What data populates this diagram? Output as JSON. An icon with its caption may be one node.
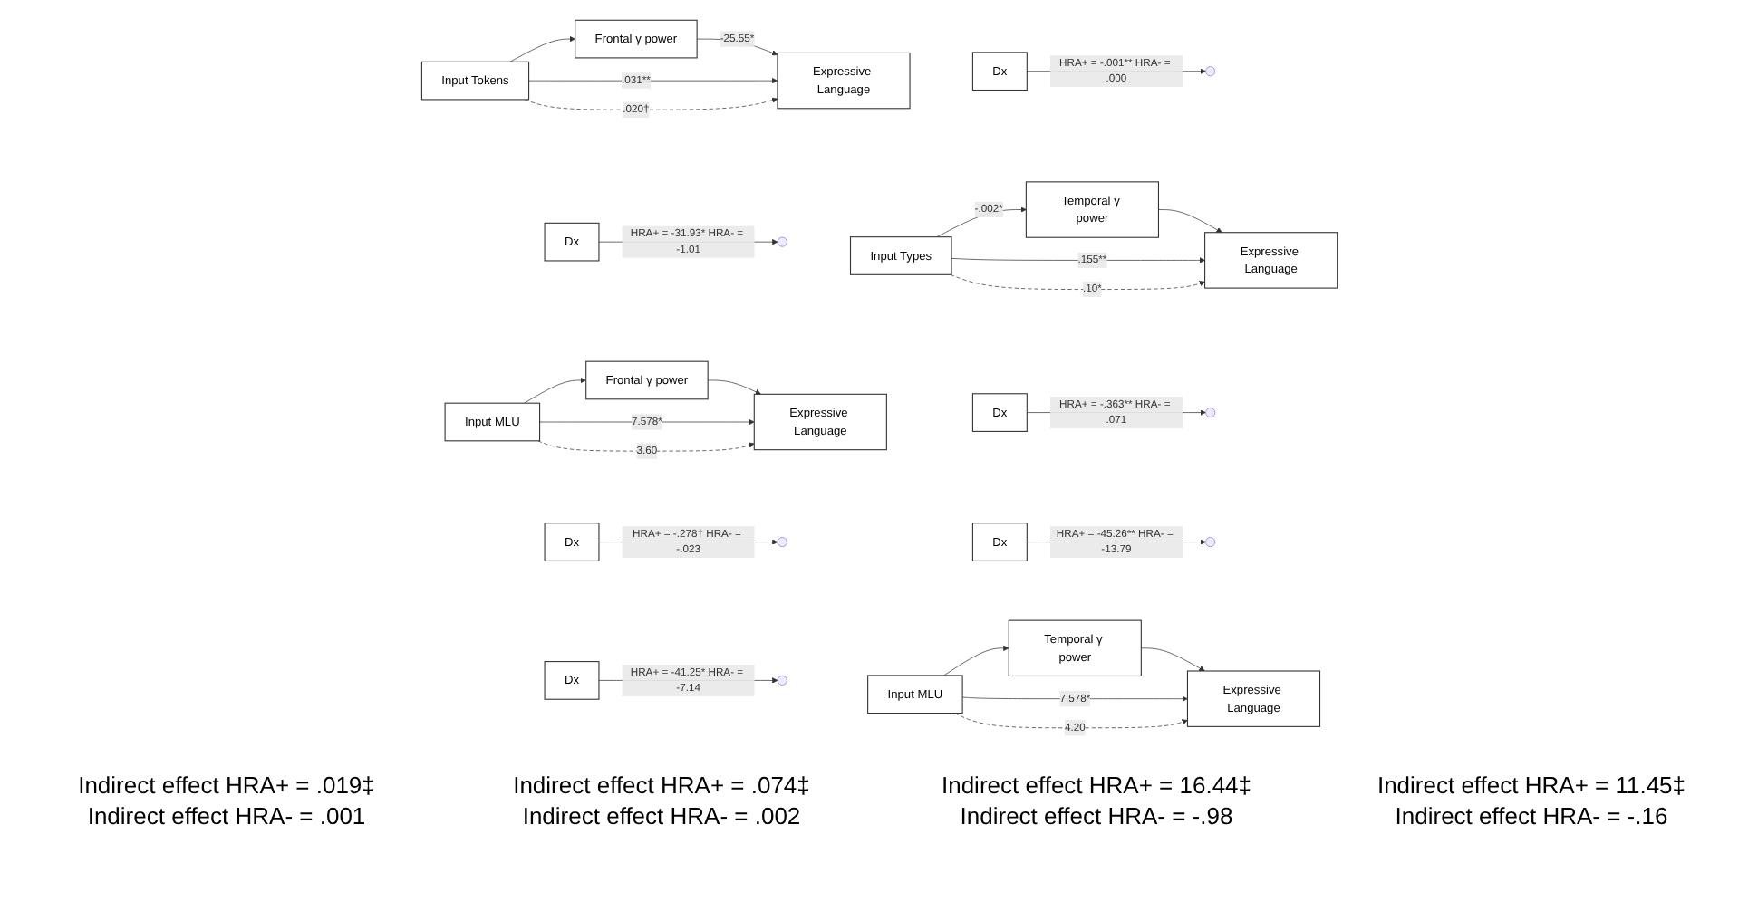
{
  "diagram": {
    "nodes": [
      {
        "text": [
          "Dx"
        ]
      },
      {
        "text": [
          "Frontal γ power"
        ]
      },
      {
        "text": [
          "Input Tokens"
        ]
      },
      {
        "text": [
          "Expressive Language"
        ]
      },
      {
        "text": [
          "Temporal γ power"
        ]
      },
      {
        "text": [
          "Dx"
        ]
      },
      {
        "text": [
          "Input Types"
        ]
      },
      {
        "text": [
          "Expressive Language"
        ]
      },
      {
        "text": [
          "Dx"
        ]
      },
      {
        "text": [
          "Frontal γ power"
        ]
      },
      {
        "text": [
          "Dx"
        ]
      },
      {
        "text": [
          "Input MLU"
        ]
      },
      {
        "text": [
          "Expressive Language"
        ]
      },
      {
        "text": [
          "Dx"
        ]
      },
      {
        "text": [
          "Temporal γ power"
        ]
      },
      {
        "text": [
          "Dx"
        ]
      },
      {
        "text": [
          "Input MLU"
        ]
      },
      {
        "text": [
          "Expressive Language"
        ]
      }
    ],
    "edges": [
      {
        "from": 0,
        "to": null,
        "arrow": "to",
        "label": "HRA+ = -.001** HRA- = .000"
      },
      {
        "from": 2,
        "to": 1,
        "arrow": "to"
      },
      {
        "from": 1,
        "to": 3,
        "arrow": "to",
        "label": "-25.55*"
      },
      {
        "from": 2,
        "to": 3,
        "arrow": "to",
        "label": ".031**"
      },
      {
        "from": 2,
        "to": 3,
        "arrow": "to",
        "label": ".020†",
        "style": "dashed"
      },
      {
        "from": 6,
        "to": 4,
        "arrow": "to",
        "label": "-.002*"
      },
      {
        "from": 4,
        "to": 7,
        "arrow": "to"
      },
      {
        "from": 5,
        "to": null,
        "arrow": "to",
        "label": "HRA+ = -31.93* HRA- = -1.01"
      },
      {
        "from": 6,
        "to": 7,
        "arrow": "to",
        "label": ".155**"
      },
      {
        "from": 6,
        "to": 7,
        "arrow": "to",
        "label": ".10*",
        "style": "dashed"
      },
      {
        "from": 8,
        "to": null,
        "arrow": "to",
        "label": "HRA+ = -.363** HRA- = .071"
      },
      {
        "from": 11,
        "to": 9,
        "arrow": "to"
      },
      {
        "from": 9,
        "to": 12,
        "arrow": "to"
      },
      {
        "from": 10,
        "to": null,
        "arrow": "to",
        "label": "HRA+ = -45.26** HRA- = -13.79"
      },
      {
        "from": 11,
        "to": 12,
        "arrow": "to",
        "label": "7.578*"
      },
      {
        "from": 11,
        "to": 12,
        "arrow": "to",
        "label": "3.60",
        "style": "dashed"
      },
      {
        "from": 13,
        "to": null,
        "arrow": "to",
        "label": "HRA+ = -.278† HRA- = -.023"
      },
      {
        "from": 16,
        "to": 14,
        "arrow": "to"
      },
      {
        "from": 14,
        "to": 17,
        "arrow": "to"
      },
      {
        "from": 15,
        "to": null,
        "arrow": "to",
        "label": "HRA+ = -41.25* HRA- = -7.14"
      },
      {
        "from": 16,
        "to": 17,
        "arrow": "to",
        "label": "7.578*"
      },
      {
        "from": 16,
        "to": 17,
        "arrow": "to",
        "label": "4.20",
        "style": "dashed"
      }
    ],
    "labels": [
      "Indirect effect HRA+ = .019‡",
      "Indirect effect HRA- = .001",
      "Indirect effect HRA+ = .074‡",
      "Indirect effect HRA- = .002",
      "Indirect effect HRA+ = 16.44‡",
      "Indirect effect HRA- = -.98",
      "Indirect effect HRA+ = 11.45‡",
      "Indirect effect HRA- = -.16"
    ]
  }
}
